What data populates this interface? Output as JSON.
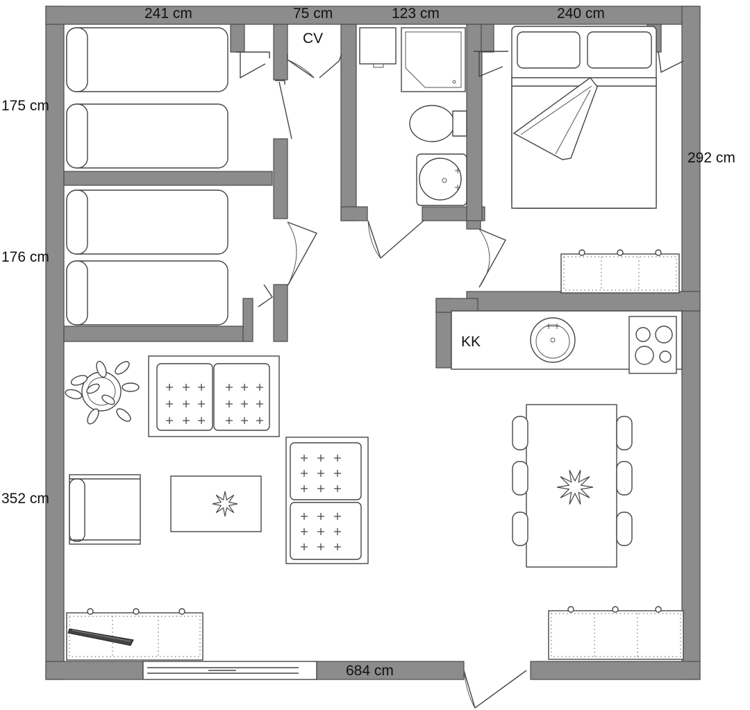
{
  "dimensions": {
    "top_1": "241 cm",
    "top_2": "75 cm",
    "top_3": "123 cm",
    "top_4": "240 cm",
    "left_1": "175 cm",
    "left_2": "176 cm",
    "left_3": "352 cm",
    "right_1": "292 cm",
    "bottom": "684 cm"
  },
  "rooms": {
    "toilet": "CV",
    "kitchen": "KK"
  },
  "colors": {
    "wall": "#8c8c8c",
    "line": "#444444",
    "background": "#ffffff"
  },
  "icons": [
    "bed",
    "door-swing",
    "toilet",
    "shower",
    "sink",
    "stove",
    "sofa",
    "armchair",
    "coffee-table",
    "dining-table",
    "chair",
    "plant",
    "cabinet",
    "tv"
  ]
}
